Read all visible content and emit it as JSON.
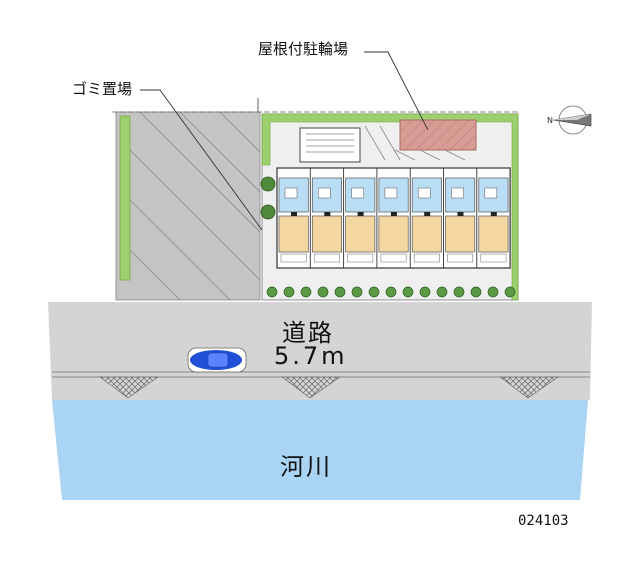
{
  "labels": {
    "bike_parking": "屋根付駐輪場",
    "garbage": "ゴミ置場",
    "road": "道路",
    "road_width": "5.7m",
    "river": "河川",
    "map_code": "024103"
  },
  "units": {
    "count": 7
  },
  "colors": {
    "road": "#d4d4d4",
    "river": "#a9d4f4",
    "lot": "#c4c4c4",
    "green": "#9ccf6e",
    "room_blue": "#b9ddf5",
    "room_orange": "#f4d7a0",
    "bike_roof": "#d89c94",
    "car": "#1e4fd6"
  },
  "icons": {
    "compass": "north-arrow-icon",
    "car": "car-icon"
  }
}
